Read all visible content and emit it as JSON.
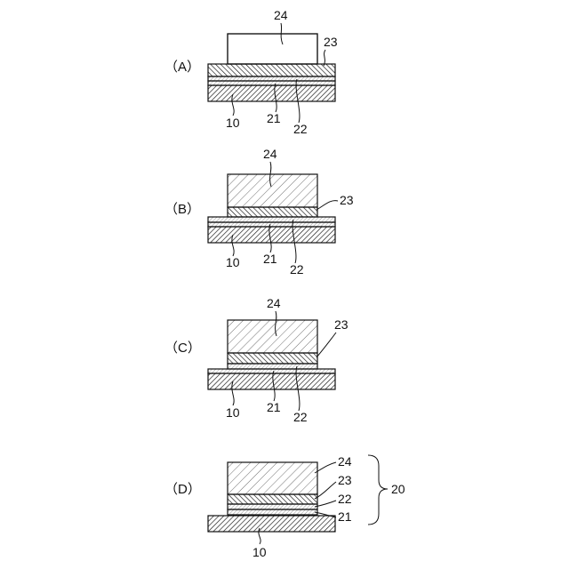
{
  "panels": [
    {
      "label": "（A）",
      "refs": {
        "r24": "24",
        "r23": "23",
        "r10": "10",
        "r21": "21",
        "r22": "22"
      }
    },
    {
      "label": "（B）",
      "refs": {
        "r24": "24",
        "r23": "23",
        "r10": "10",
        "r21": "21",
        "r22": "22"
      }
    },
    {
      "label": "（C）",
      "refs": {
        "r24": "24",
        "r23": "23",
        "r10": "10",
        "r21": "21",
        "r22": "22"
      }
    },
    {
      "label": "（D）",
      "refs": {
        "r24": "24",
        "r23": "23",
        "r22": "22",
        "r21": "21",
        "r10": "10",
        "r20": "20"
      }
    }
  ]
}
